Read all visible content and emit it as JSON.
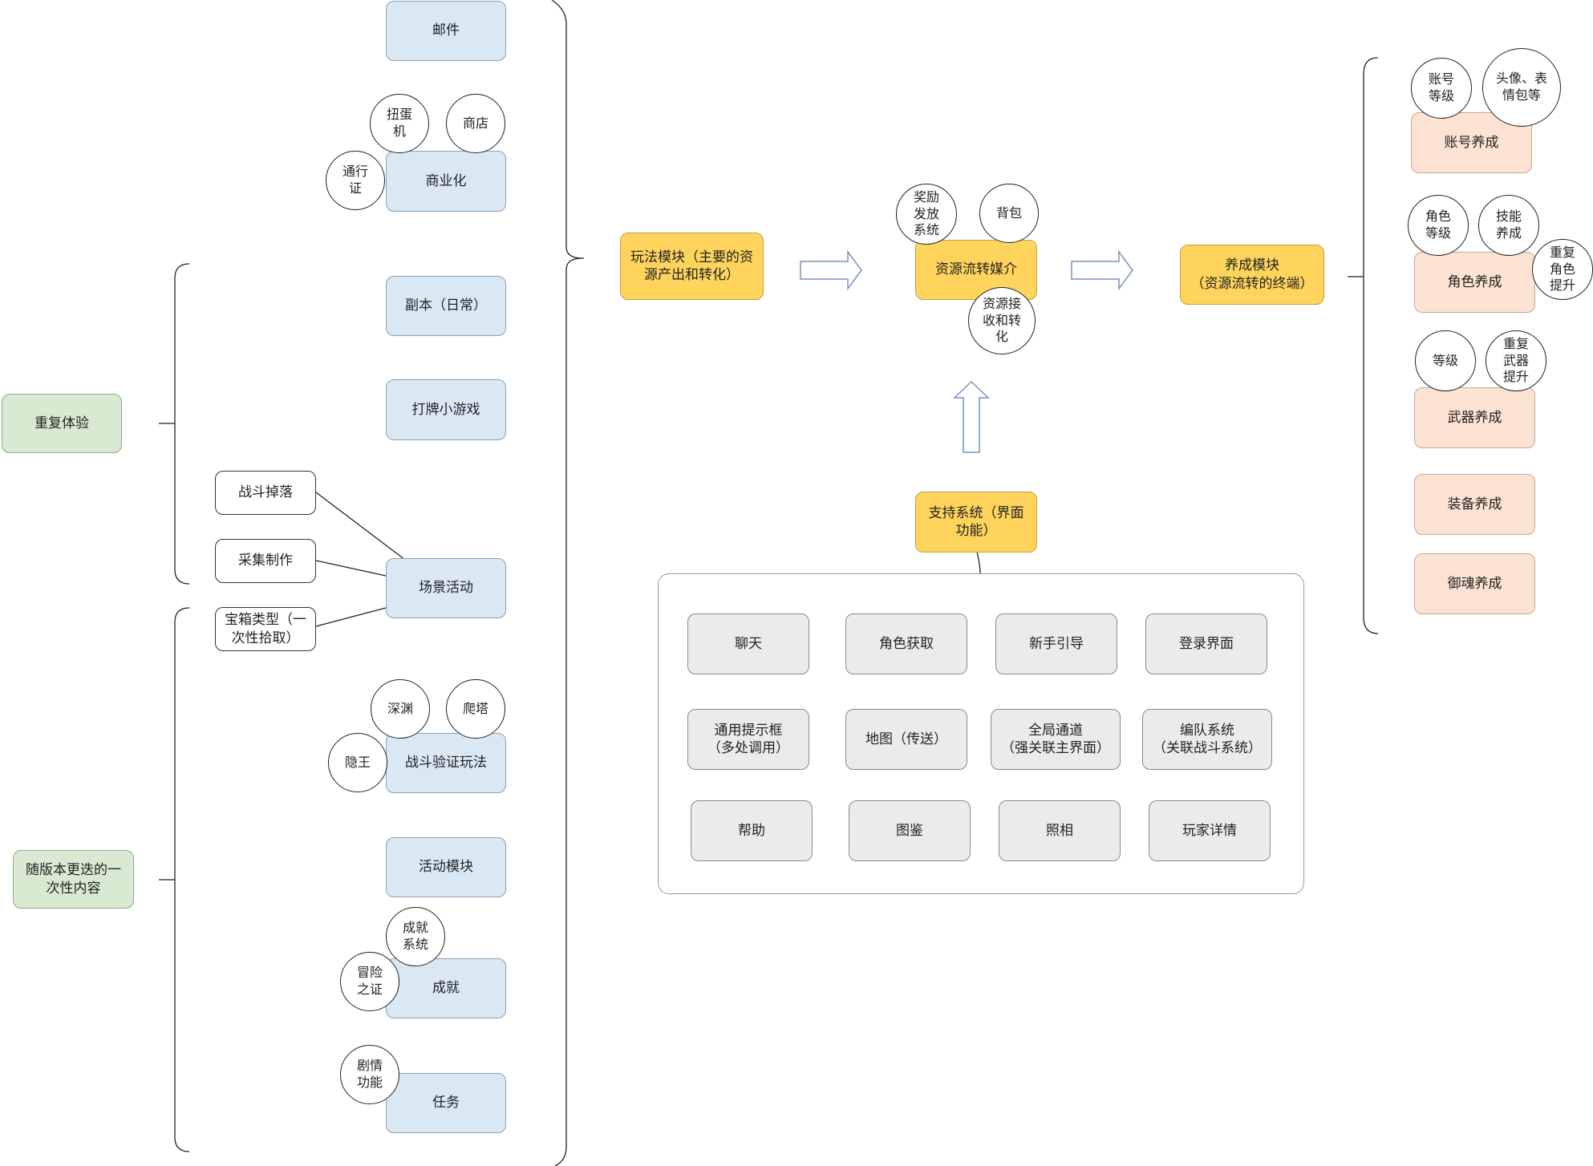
{
  "left": {
    "repeat_label": "重复体验",
    "onetime_label": "随版本更迭的一\n次性内容"
  },
  "play_items": {
    "mail": "邮件",
    "commerce": "商业化",
    "gacha": "扭蛋\n机",
    "shop": "商店",
    "pass": "通行\n证",
    "dungeon": "副本（日常）",
    "card_game": "打牌小游戏",
    "scene": "场景活动",
    "battle_drop": "战斗掉落",
    "gather": "采集制作",
    "chest": "宝箱类型（一\n次性拾取）",
    "battle_verify": "战斗验证玩法",
    "abyss": "深渊",
    "tower": "爬塔",
    "hidden_boss": "隐王",
    "activity": "活动模块",
    "achievement": "成就",
    "achievement_system": "成就\n系统",
    "adventure_cert": "冒险\n之证",
    "quest": "任务",
    "story": "剧情\n功能"
  },
  "center": {
    "play_module": "玩法模块（主要的资\n源产出和转化）",
    "resource_medium": "资源流转媒介",
    "reward": "奖励\n发放\n系统",
    "bag": "背包",
    "resource_convert": "资源接\n收和转\n化",
    "growth_module": "养成模块\n（资源流转的终端）",
    "support": "支持系统（界面\n功能）"
  },
  "support_items": [
    "聊天",
    "角色获取",
    "新手引导",
    "登录界面",
    "通用提示框\n（多处调用）",
    "地图（传送）",
    "全局通道\n（强关联主界面）",
    "编队系统\n（关联战斗系统）",
    "帮助",
    "图鉴",
    "照相",
    "玩家详情"
  ],
  "growth": {
    "account": "账号养成",
    "account_level": "账号\n等级",
    "avatar": "头像、表\n情包等",
    "character": "角色养成",
    "char_level": "角色\n等级",
    "skill": "技能\n养成",
    "dup_char": "重复\n角色\n提升",
    "weapon": "武器养成",
    "weapon_level": "等级",
    "dup_weapon": "重复\n武器\n提升",
    "equipment": "装备养成",
    "soul": "御魂养成"
  },
  "colors": {
    "blue_fill": "#dae8f4",
    "green_fill": "#d9ead3",
    "yellow_fill": "#fed45c",
    "peach_fill": "#fbe2d3",
    "gray_fill": "#ebebeb",
    "arrow_stroke": "#7a92bd"
  }
}
